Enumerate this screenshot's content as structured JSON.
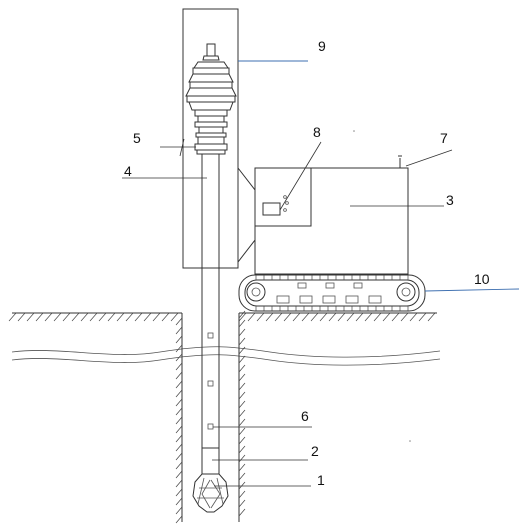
{
  "labels": {
    "l1": "1",
    "l2": "2",
    "l3": "3",
    "l4": "4",
    "l5": "5",
    "l6": "6",
    "l7": "7",
    "l8": "8",
    "l9": "9",
    "l10": "10"
  },
  "colors": {
    "line": "#333333",
    "leader_accent": "#3d6fb0"
  }
}
